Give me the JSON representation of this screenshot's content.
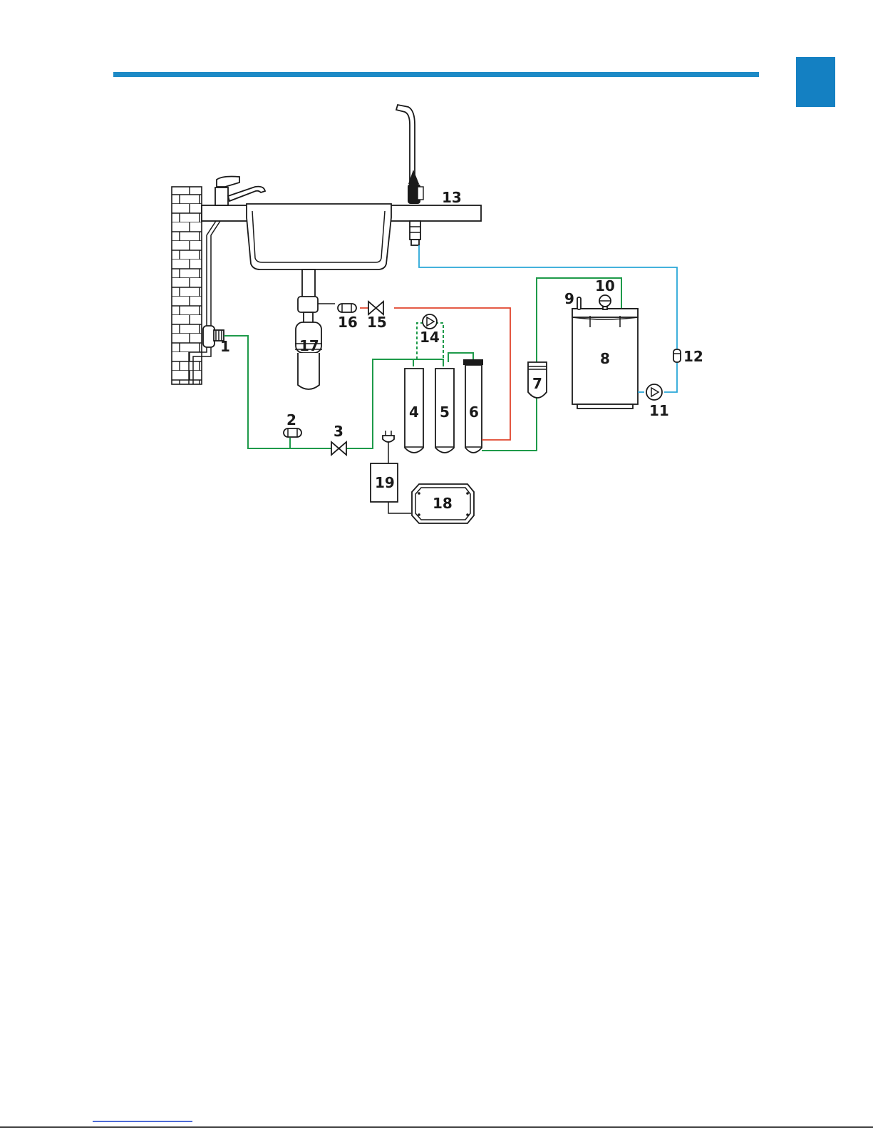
{
  "colors": {
    "accent": "#1d8ac6",
    "inlet_line": "#1e9a4a",
    "drain_line": "#e0442c",
    "clean_line": "#2aa7d8"
  },
  "labels": {
    "n1": "1",
    "n2": "2",
    "n3": "3",
    "n4": "4",
    "n5": "5",
    "n6": "6",
    "n7": "7",
    "n8": "8",
    "n9": "9",
    "n10": "10",
    "n11": "11",
    "n12": "12",
    "n13": "13",
    "n14": "14",
    "n15": "15",
    "n16": "16",
    "n17": "17",
    "n18": "18",
    "n19": "19"
  }
}
